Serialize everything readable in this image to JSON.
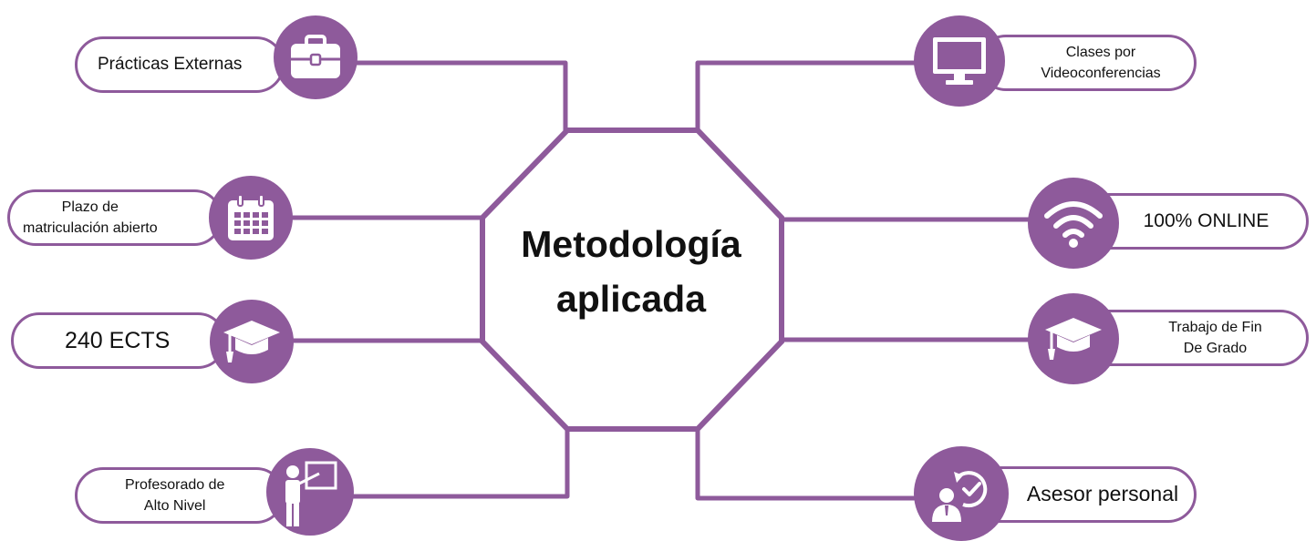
{
  "center": {
    "line1": "Metodología",
    "line2": "aplicada"
  },
  "nodes": {
    "practicas": {
      "label": "Prácticas Externas",
      "icon": "briefcase-icon"
    },
    "plazo": {
      "line1": "Plazo de",
      "line2": "matriculación abierto",
      "icon": "calendar-icon"
    },
    "ects": {
      "label": "240 ECTS",
      "icon": "graduation-cap-icon"
    },
    "profesorado": {
      "line1": "Profesorado de",
      "line2": "Alto Nivel",
      "icon": "teacher-icon"
    },
    "clases": {
      "line1": "Clases por",
      "line2": "Videoconferencias",
      "icon": "monitor-icon"
    },
    "online": {
      "label": "100% ONLINE",
      "icon": "wifi-icon"
    },
    "tfg": {
      "line1": "Trabajo de Fin",
      "line2": "De Grado",
      "icon": "graduation-cap-icon"
    },
    "asesor": {
      "label": "Asesor personal",
      "icon": "advisor-icon"
    }
  },
  "colors": {
    "accent": "#8e5a9b",
    "text": "#111111",
    "background": "#ffffff"
  }
}
